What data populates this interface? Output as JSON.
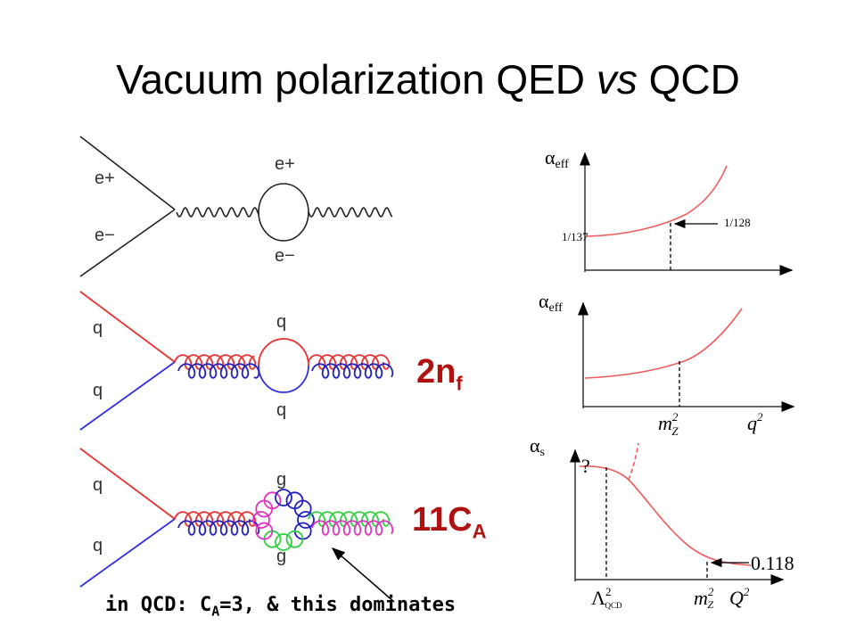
{
  "title": {
    "pre": "Vacuum polarization QED ",
    "italic": "vs",
    "post": " QCD"
  },
  "qed_diagram": {
    "e_plus": "e+",
    "e_minus": "e−",
    "loop_top": "e+",
    "loop_bottom": "e−"
  },
  "qcd_quark_diagram": {
    "q_top": "q",
    "q_bottom": "q",
    "loop_top": "q",
    "loop_bottom": "q",
    "factor_main": "2n",
    "factor_sub": "f"
  },
  "qcd_gluon_diagram": {
    "q_top": "q",
    "q_bottom": "q",
    "loop_top": "g",
    "loop_bottom": "g",
    "factor_main": "11C",
    "factor_sub": "A"
  },
  "note": {
    "pre": "in QCD: C",
    "sub": "A",
    "post": "=3, & this dominates"
  },
  "plot_qed": {
    "ylabel_main": "α",
    "ylabel_sub": "eff",
    "y_low": "1/137",
    "y_high": "1/128"
  },
  "plot_mid": {
    "ylabel_main": "α",
    "ylabel_sub": "eff",
    "x_mark_main": "m",
    "x_mark_sup": "2",
    "x_mark_sub": "Z",
    "x_axis_main": "q",
    "x_axis_sup": "2"
  },
  "plot_qcd": {
    "ylabel_main": "α",
    "ylabel_sub": "s",
    "question": "?",
    "value": "0.118",
    "x_lambda_main": "Λ",
    "x_lambda_sup": "2",
    "x_lambda_sub": "QCD",
    "x_mz_main": "m",
    "x_mz_sup": "2",
    "x_mz_sub": "Z",
    "x_axis_main": "Q",
    "x_axis_sup": "2"
  },
  "colors": {
    "red": "#e83030",
    "blue": "#3030e0",
    "green": "#30d040",
    "magenta": "#e030c0",
    "darkblue": "#2020c0",
    "label": "#b01010",
    "curve": "#ef5a5a"
  }
}
